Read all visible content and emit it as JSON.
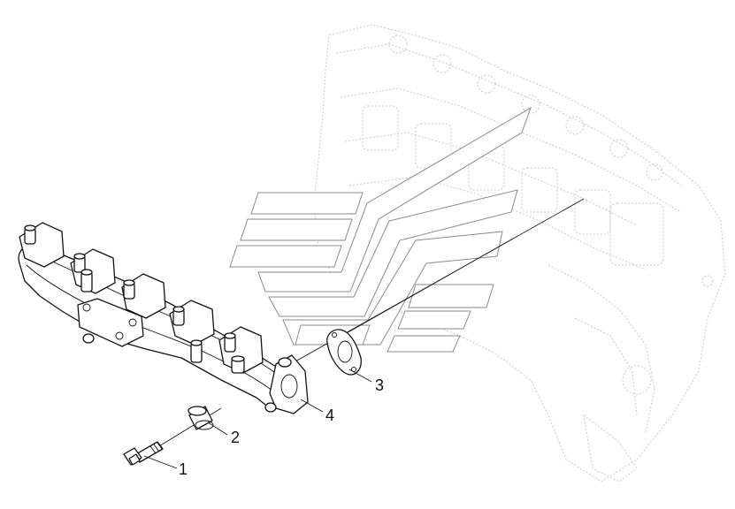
{
  "callouts": {
    "c1": "1",
    "c2": "2",
    "c3": "3",
    "c4": "4"
  },
  "colors": {
    "line": "#111111",
    "ghost": "#c9c9c9",
    "watermark": "#8a8a8a"
  }
}
